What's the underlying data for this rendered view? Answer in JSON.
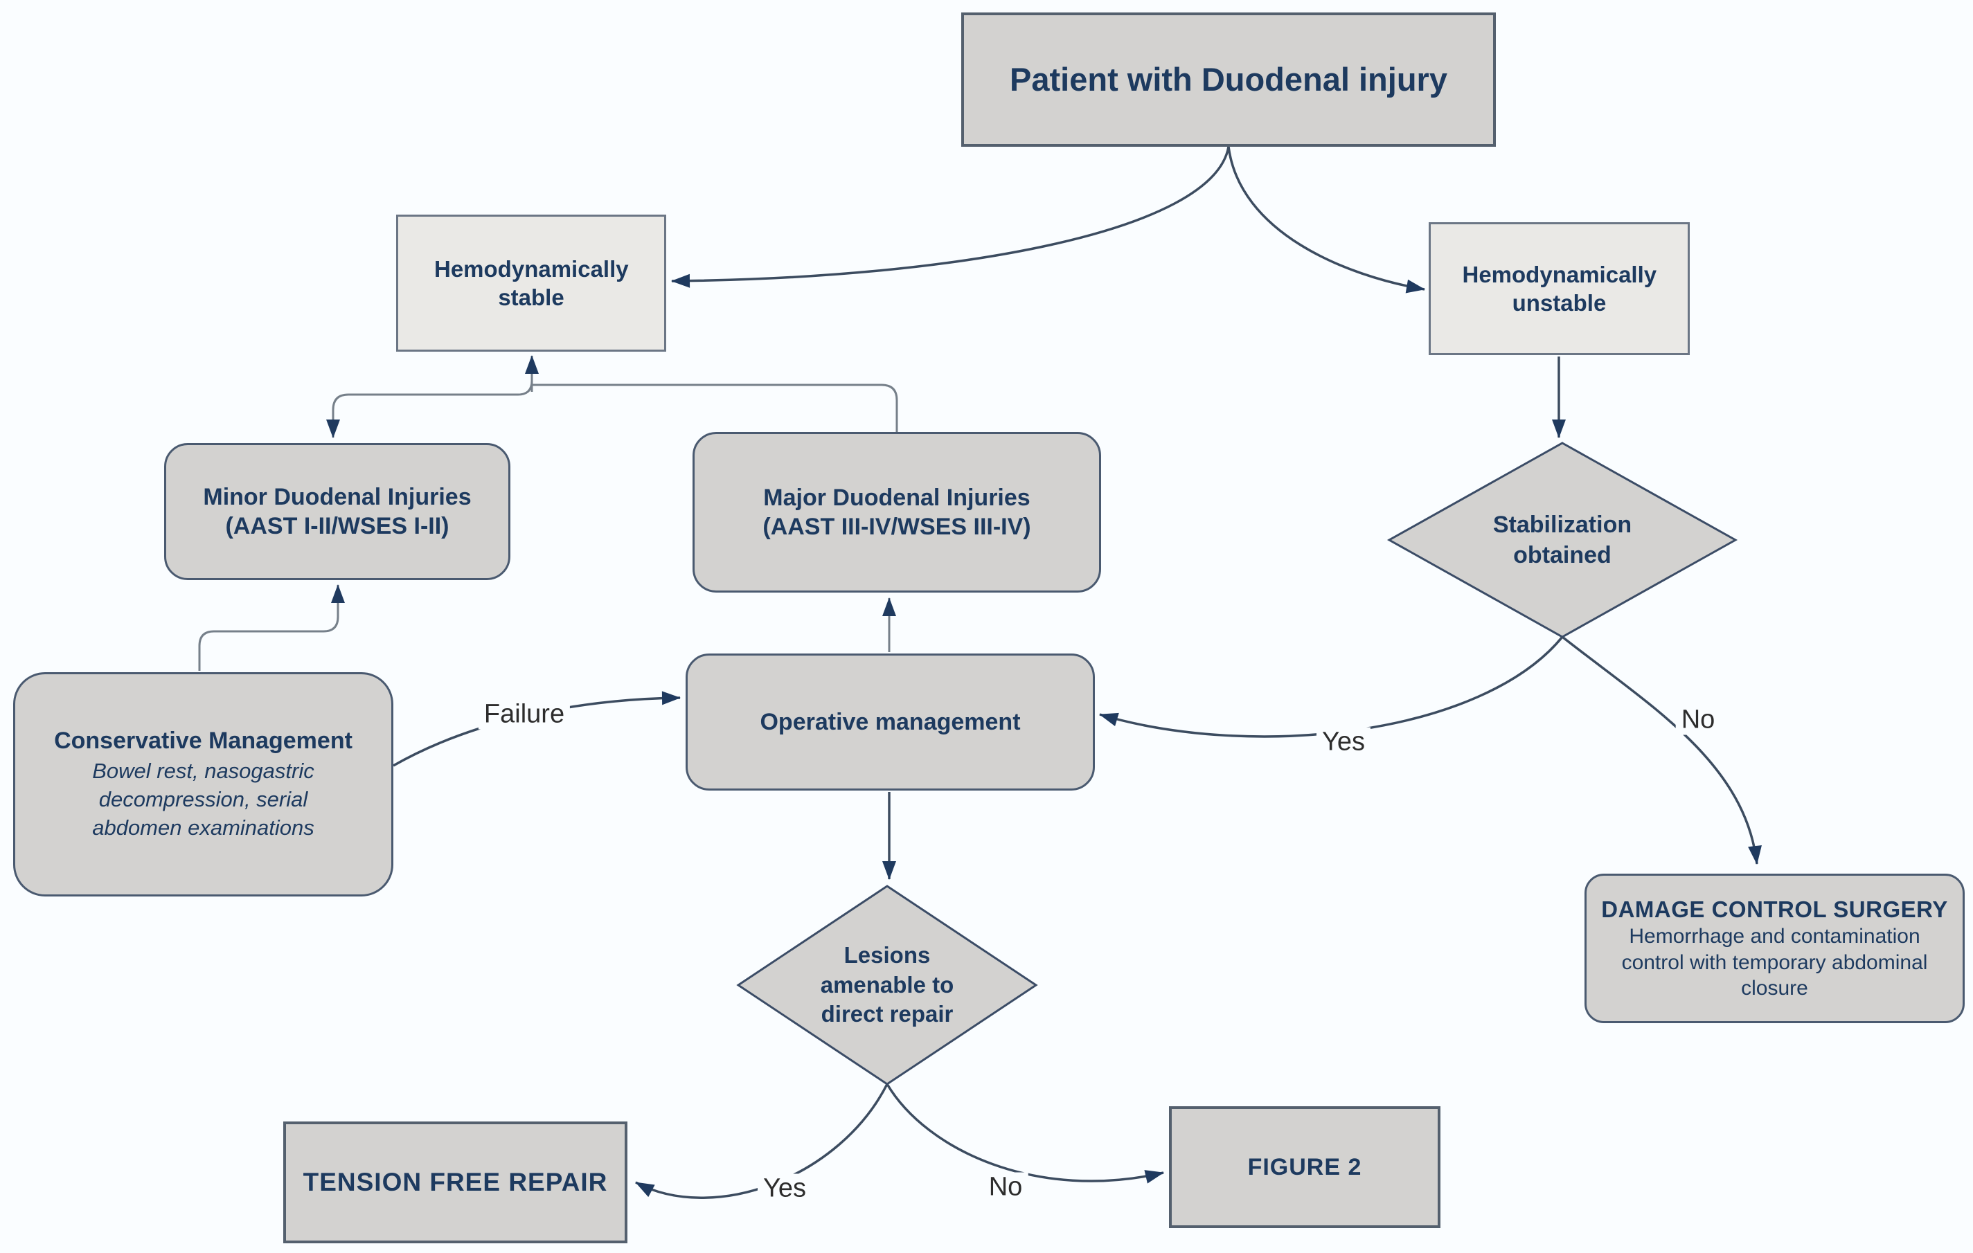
{
  "diagram": {
    "colors": {
      "background": "#fafdff",
      "node-fill": "#d3d2d0",
      "light-fill": "#eae9e6",
      "node-border": "#54606e",
      "light-border": "#6b7685",
      "round-border": "#4a5a70",
      "diamond-border": "#3b4c66",
      "text": "#1d3a5f",
      "elbow": "#76808a",
      "curve": "#3c4c60",
      "arrowhead": "#1f3a5f",
      "edge-label": "#2d2d2d"
    },
    "nodes": {
      "patient": {
        "label": "Patient with Duodenal injury"
      },
      "stable": {
        "label": "Hemodynamically stable"
      },
      "unstable": {
        "label": "Hemodynamically unstable"
      },
      "minor": {
        "line1": "Minor Duodenal Injuries",
        "line2": "(AAST I-II/WSES I-II)"
      },
      "major": {
        "line1": "Major Duodenal Injuries",
        "line2": "(AAST III-IV/WSES III-IV)"
      },
      "conservative": {
        "title": "Conservative Management",
        "body": "Bowel rest, nasogastric decompression, serial abdomen examinations"
      },
      "operative": {
        "label": "Operative management"
      },
      "stabilization": {
        "label": "Stabilization obtained"
      },
      "damage": {
        "title": "DAMAGE CONTROL SURGERY",
        "body": "Hemorrhage and contamination control with temporary abdominal closure"
      },
      "lesions": {
        "label": "Lesions amenable to direct repair"
      },
      "tension": {
        "label": "TENSION FREE REPAIR"
      },
      "figure2": {
        "label": "FIGURE 2"
      }
    },
    "edge_labels": {
      "failure": "Failure",
      "stab_yes": "Yes",
      "stab_no": "No",
      "lesion_yes": "Yes",
      "lesion_no": "No"
    }
  }
}
